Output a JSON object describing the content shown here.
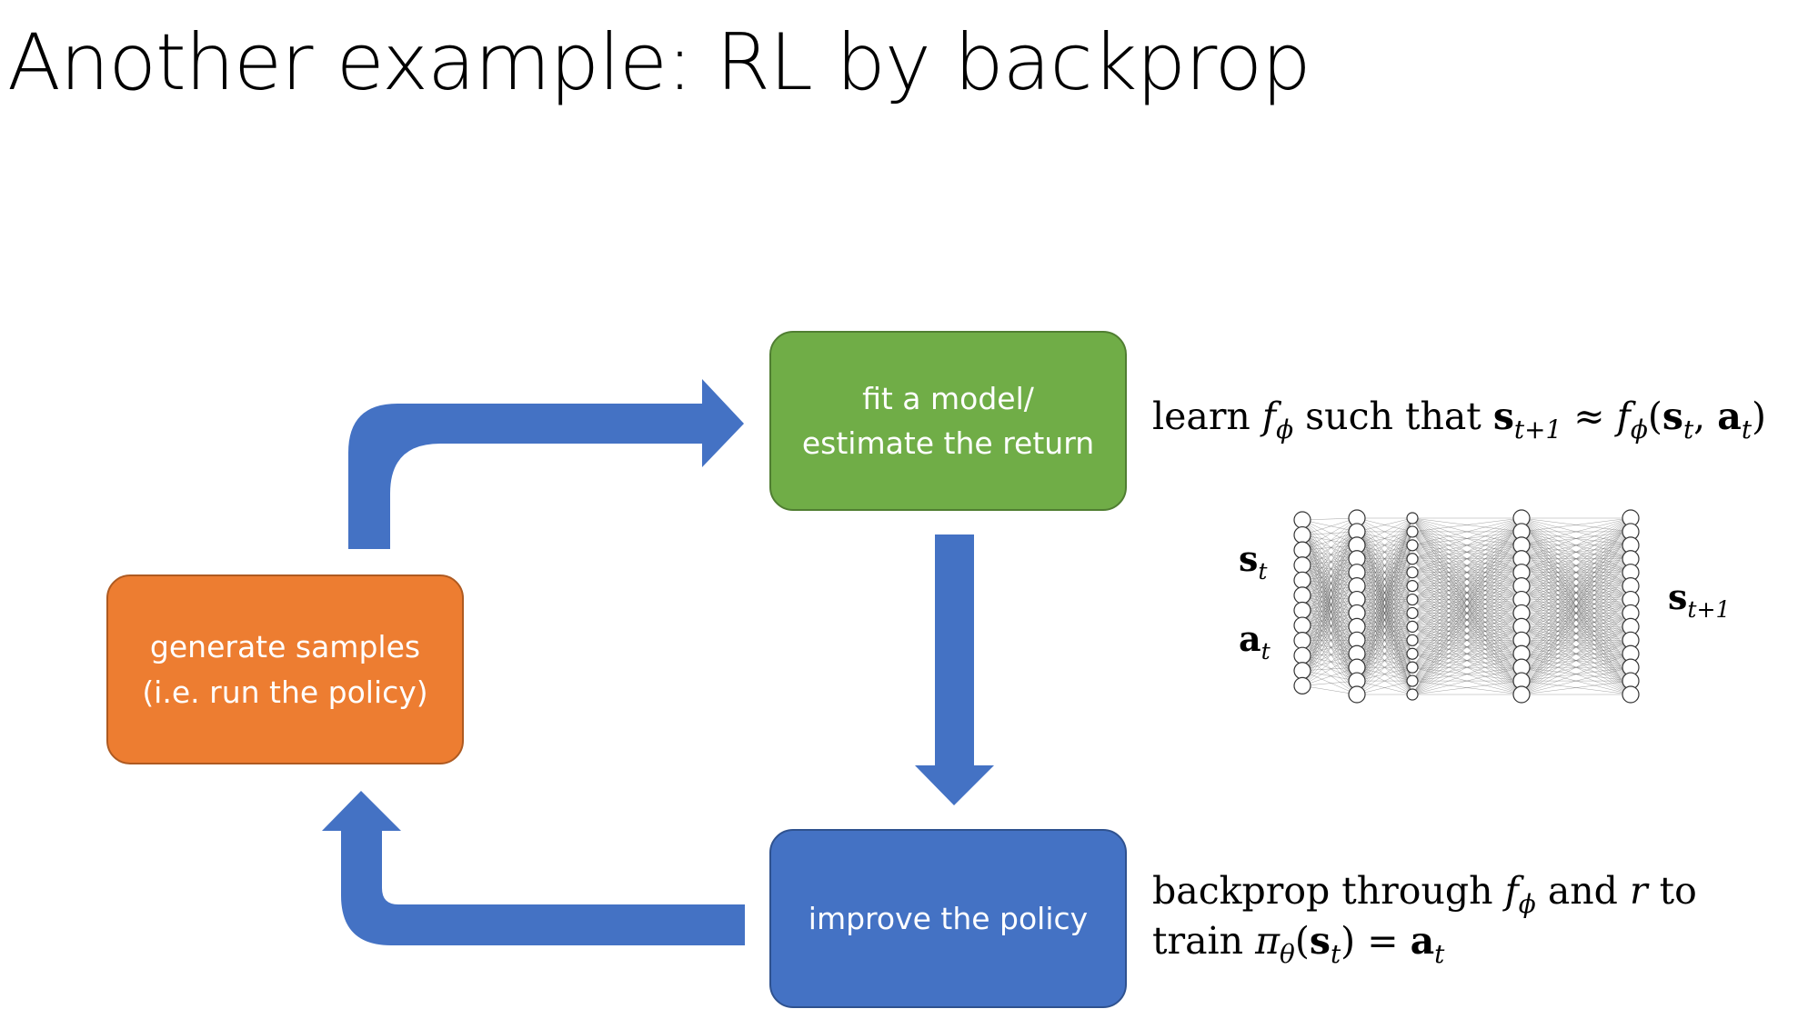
{
  "slide": {
    "title": "Another example: RL by backprop"
  },
  "boxes": {
    "fit_model": {
      "line1": "fit a model/",
      "line2": "estimate the return",
      "color": "#70ad47"
    },
    "generate_samples": {
      "line1": "generate samples",
      "line2": "(i.e. run the policy)",
      "color": "#ed7d31"
    },
    "improve_policy": {
      "line1": "improve the policy",
      "color": "#4472c4"
    }
  },
  "arrows": {
    "color": "#4472c4",
    "flow": [
      "generate samples → fit a model",
      "fit a model → improve the policy",
      "improve the policy → generate samples"
    ]
  },
  "equations": {
    "learn": {
      "learn_word": "learn",
      "f": "f",
      "phi": "ϕ",
      "such_that": "such that",
      "s": "s",
      "t_plus_1": "t+1",
      "approx": "≈",
      "open": "(",
      "comma": ",",
      "a": "a",
      "t": "t",
      "close": ")"
    },
    "backprop": {
      "line1_start": "backprop through",
      "f": "f",
      "phi": "ϕ",
      "and_word": "and",
      "r": "r",
      "to_word": "to",
      "train_word": "train",
      "pi": "π",
      "theta": "θ",
      "open": "(",
      "s": "s",
      "t": "t",
      "close": ")",
      "equals": "=",
      "a": "a"
    }
  },
  "network": {
    "input_label_s": "s",
    "input_label_a": "a",
    "output_label_s": "s",
    "sub_t": "t",
    "sub_t_plus_1": "t+1",
    "layer_node_counts": [
      12,
      14,
      14,
      14,
      14
    ],
    "node_color": "#ffffff",
    "edge_color": "#555555"
  }
}
